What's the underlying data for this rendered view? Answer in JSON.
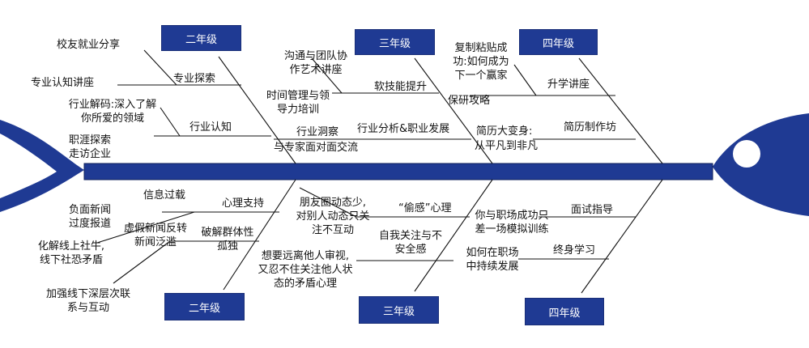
{
  "colors": {
    "primary": "#1f3a93",
    "line": "#111111"
  },
  "grades": {
    "top": [
      "二年级",
      "三年级",
      "四年级"
    ],
    "bottom": [
      "二年级",
      "三年级",
      "四年级"
    ]
  },
  "top": {
    "g2": {
      "branch1": "专业探索",
      "branch1_items": [
        "校友就业分享",
        "专业认知讲座"
      ],
      "branch2": "行业认知",
      "branch2_items": [
        "行业解码:深入了解",
        "你所爱的领域",
        "职涯探索",
        "走访企业"
      ]
    },
    "g3": {
      "branch1": "软技能提升",
      "branch1_items": [
        "沟通与团队协",
        "作艺术讲座",
        "时间管理与领",
        "导力培训"
      ],
      "branch2": "行业分析&职业发展",
      "branch2_items": [
        "行业洞察",
        "与专家面对面交流"
      ]
    },
    "g4": {
      "branch1": "升学讲座",
      "branch1_items": [
        "复制粘贴成",
        "功:如何成为",
        "下一个赢家",
        "保研攻略"
      ],
      "branch2": "简历制作坊",
      "branch2_items": [
        "简历大变身:",
        "从平凡到非凡"
      ]
    }
  },
  "bottom": {
    "g2": {
      "branch1": "心理支持",
      "branch1_items": [
        "信息过载",
        "负面新闻",
        "过度报道"
      ],
      "branch2": "破解群体性",
      "branch2_b": "孤独",
      "branch2_items": [
        "虚假新闻反转",
        "新闻泛滥",
        "化解线上社牛,",
        "线下社恐矛盾",
        "加强线下深层次联",
        "系与互动"
      ]
    },
    "g3": {
      "branch1": "“偷感”心理",
      "branch1_items": [
        "朋友圈动态少,",
        "对别人动态只关",
        "注不互动"
      ],
      "branch2": "自我关注与不",
      "branch2_b": "安全感",
      "branch2_items": [
        "想要远离他人审视,",
        "又忍不住关注他人状",
        "态的矛盾心理"
      ]
    },
    "g4": {
      "branch1": "面试指导",
      "branch1_items": [
        "你与职场成功只",
        "差一场模拟训练"
      ],
      "branch2": "终身学习",
      "branch2_items": [
        "如何在职场",
        "中持续发展"
      ]
    }
  }
}
